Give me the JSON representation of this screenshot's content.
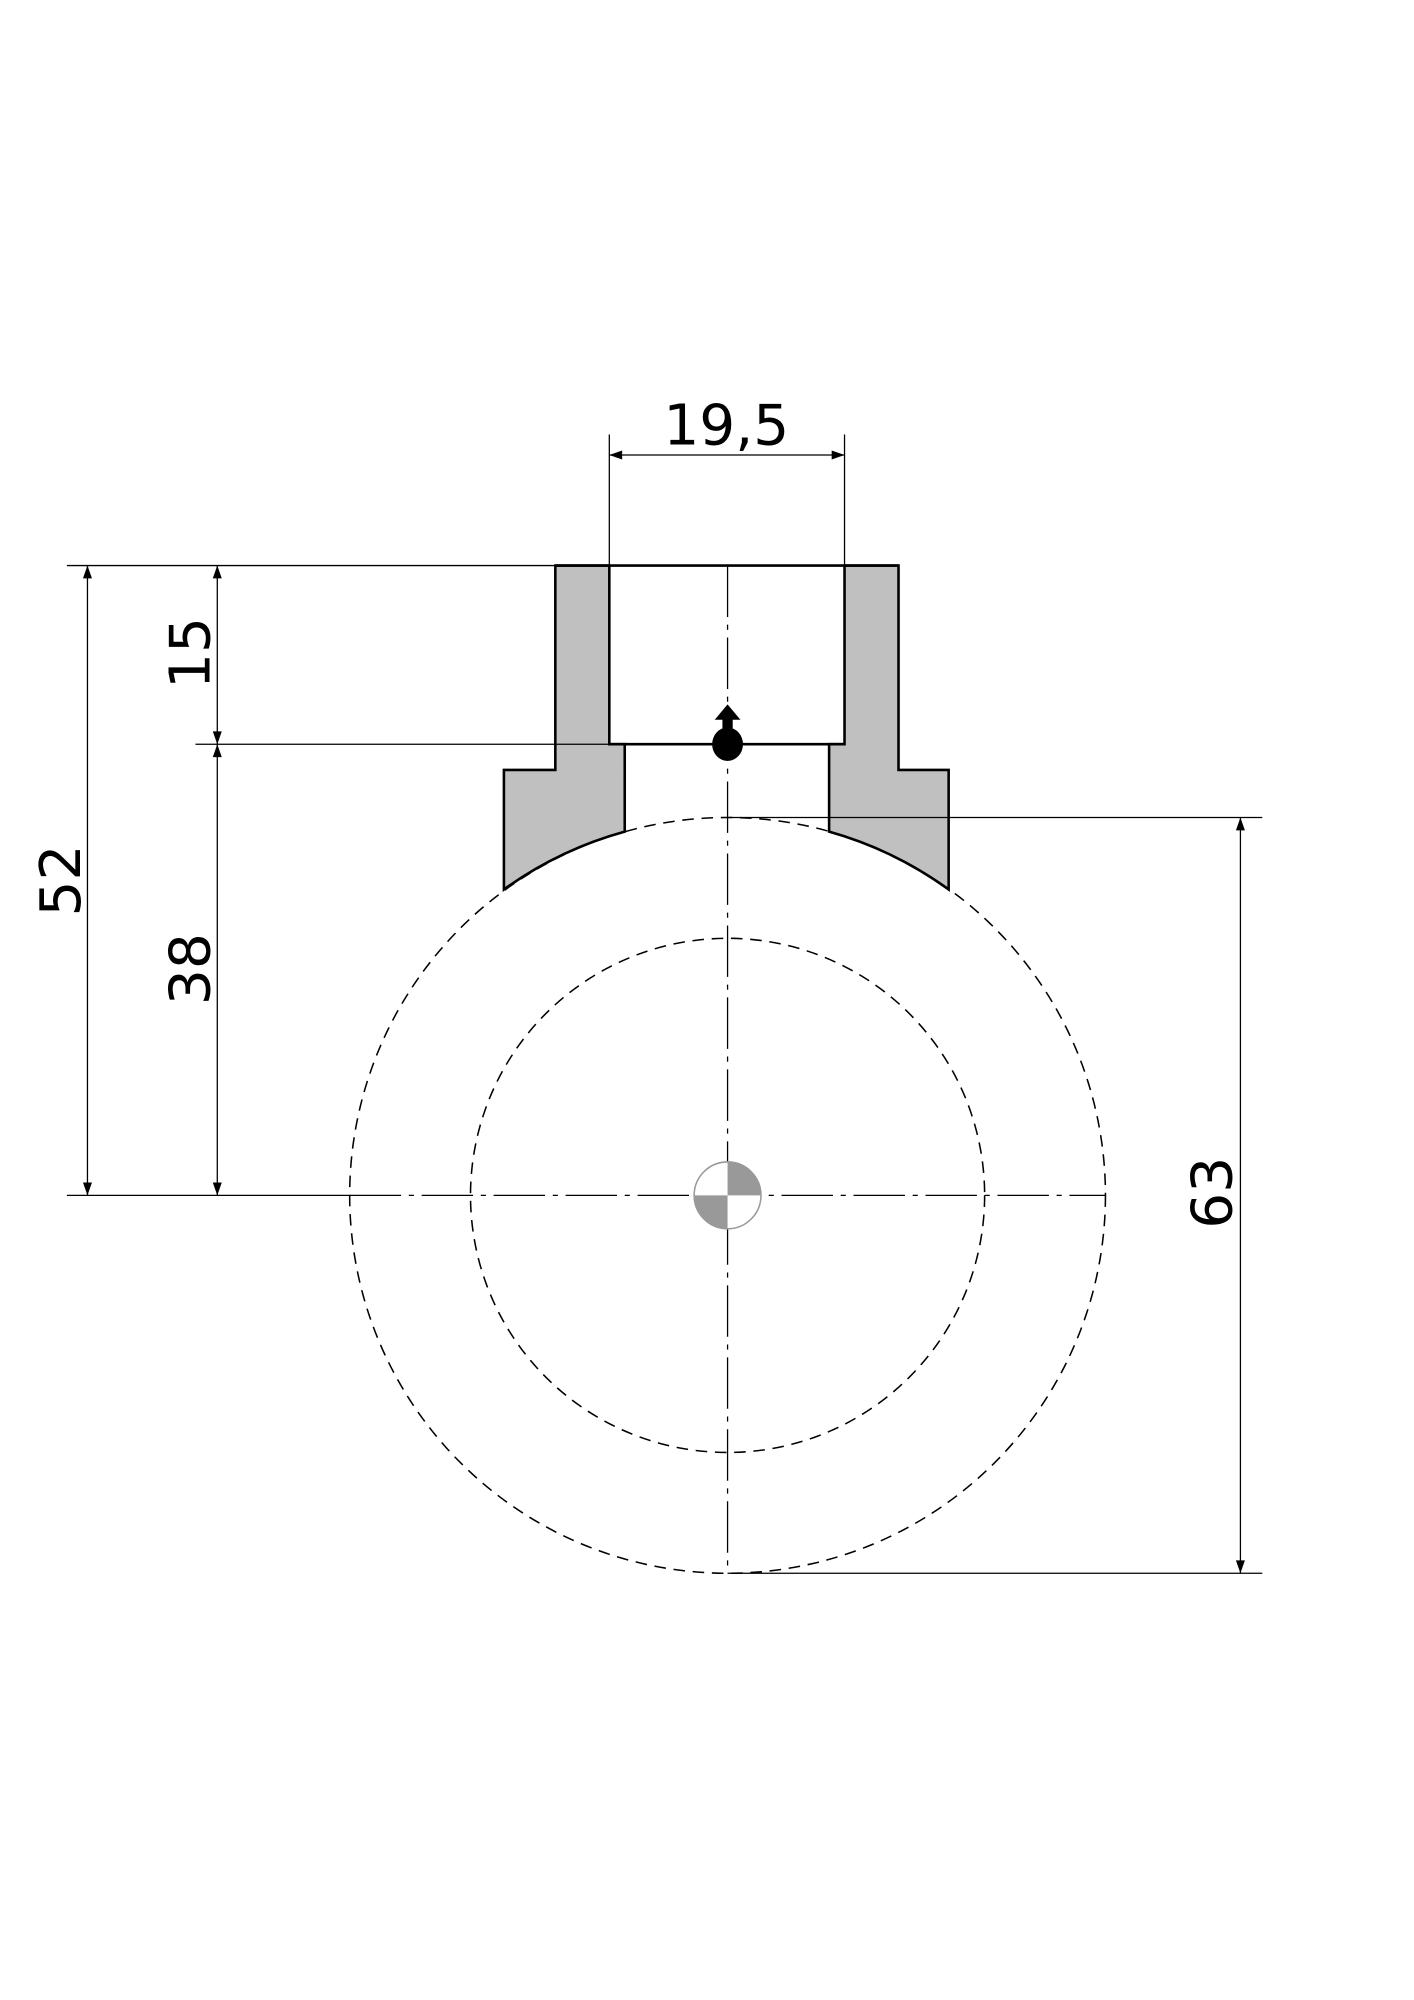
{
  "drawing": {
    "dimensions": {
      "bore_width": "19,5",
      "total_height": "52",
      "bore_depth": "15",
      "lower_height": "38",
      "circle_diameter": "63"
    },
    "colors": {
      "section_fill": "#c0c0c0",
      "line": "#000000",
      "center_mark": "#999999"
    }
  }
}
